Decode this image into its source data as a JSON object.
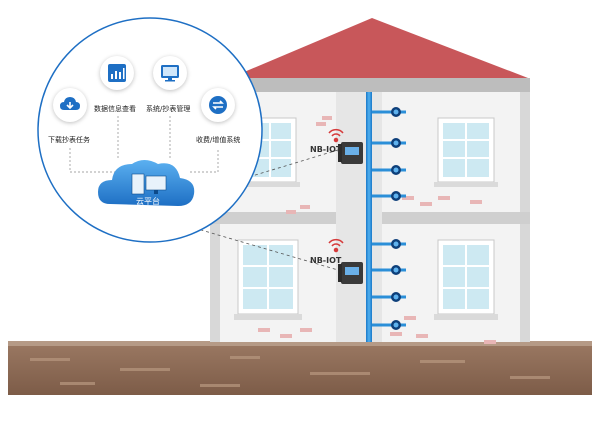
{
  "features": {
    "download_task": "下载抄表任务",
    "data_view": "数据信息查看",
    "system_meter_mgmt": "系统/抄表管理",
    "billing_system": "收费/增值系统"
  },
  "cloud": {
    "label": "云平台"
  },
  "network": {
    "nb_iot_upper": "NB-IOT",
    "nb_iot_lower": "NB-IOT"
  },
  "colors": {
    "roof": "#c8575a",
    "wall": "#eeeeee",
    "pipe": "#2b8fd8",
    "ground": "#8a6a55",
    "accent": "#1e6fc4"
  },
  "icons": [
    "download-cloud-icon",
    "chart-icon",
    "monitor-icon",
    "exchange-icon",
    "cloud-server-icon",
    "signal-icon",
    "water-meter-icon"
  ]
}
